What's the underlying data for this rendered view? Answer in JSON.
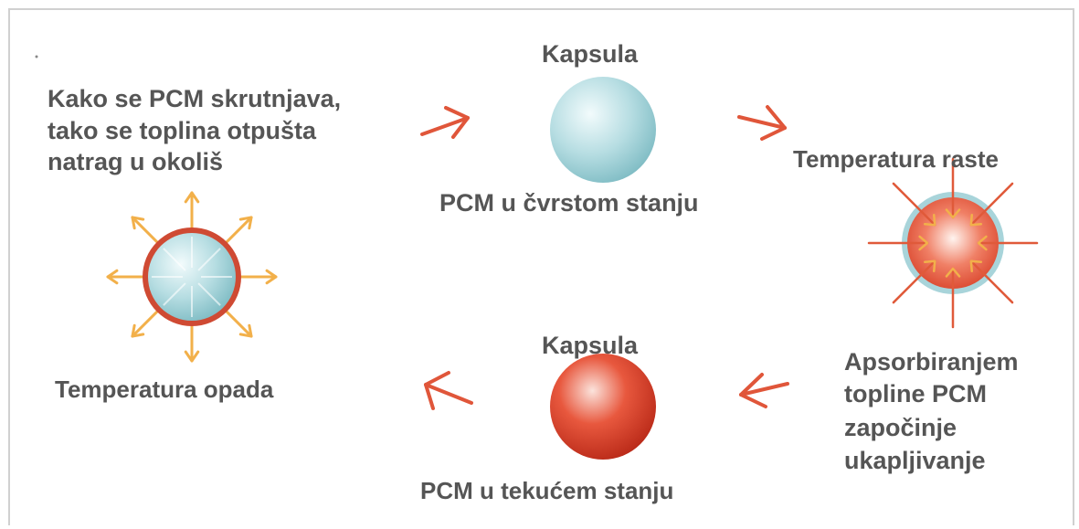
{
  "labels": {
    "capsule_top": "Kapsula",
    "solid_state": "PCM u čvrstom stanju",
    "release_1": "Kako se PCM skrutnjava,",
    "release_2": "tako se toplina otpušta",
    "release_3": "natrag u okoliš",
    "temp_rise": "Temperatura raste",
    "absorb_1": "Apsorbiranjem",
    "absorb_2": "topline PCM",
    "absorb_3": "započinje",
    "absorb_4": "ukapljivanje",
    "capsule_bottom": "Kapsula",
    "liquid_state": "PCM u tekućem stanju",
    "temp_fall": "Temperatura opada"
  },
  "colors": {
    "text": "#555555",
    "arrow": "#e0563a",
    "solid_sphere": "#9fd3d9",
    "liquid_sphere": "#d63a26",
    "emit_arrows": "#f2b04a",
    "absorb_arrows": "#e05a3a"
  },
  "icons": {
    "cycle_arrows": "chevron-arrow-icon",
    "heat_release": "radiating-arrows-icon",
    "heat_absorb": "converging-arrows-icon"
  }
}
